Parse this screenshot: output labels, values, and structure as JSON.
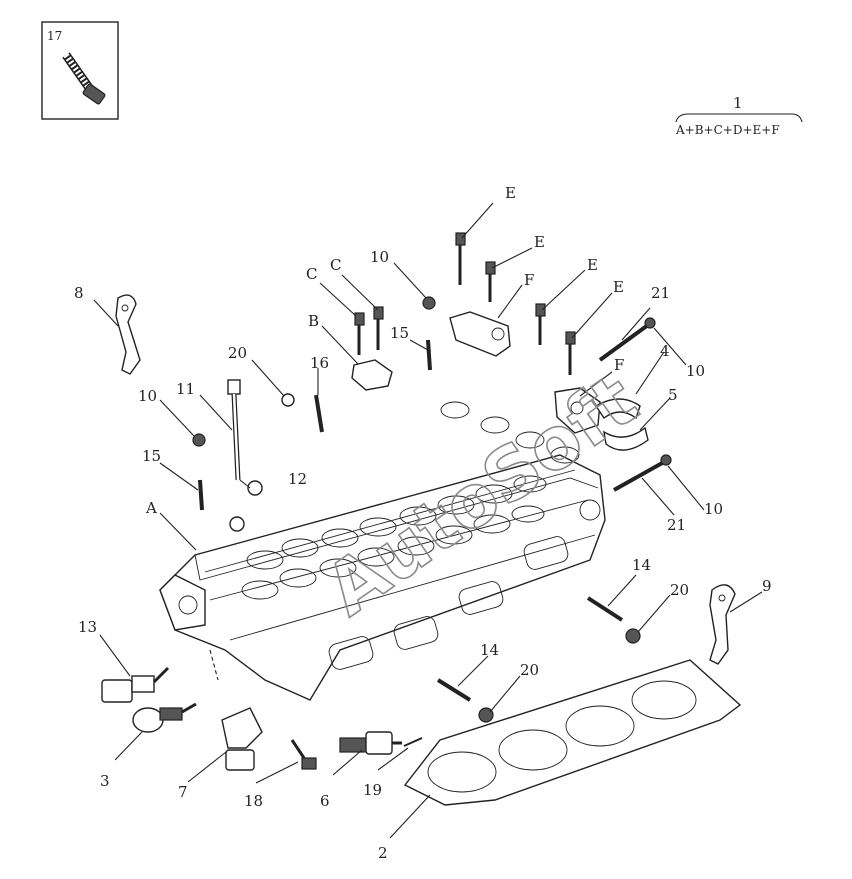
{
  "inset_label": "17",
  "kit": {
    "number": "1",
    "formula": "A+B+C+D+E+F"
  },
  "watermark": "AutoSoft",
  "callouts": {
    "c2": "2",
    "c3": "3",
    "c4": "4",
    "c5": "5",
    "c6": "6",
    "c7": "7",
    "c8": "8",
    "c9": "9",
    "c10a": "10",
    "c10b": "10",
    "c10c": "10",
    "c10d": "10",
    "c11": "11",
    "c12": "12",
    "c13": "13",
    "c14a": "14",
    "c14b": "14",
    "c15a": "15",
    "c15b": "15",
    "c16": "16",
    "c18": "18",
    "c19": "19",
    "c20a": "20",
    "c20b": "20",
    "c20c": "20",
    "c21a": "21",
    "c21b": "21",
    "cA": "A",
    "cB": "B",
    "cC1": "C",
    "cC2": "C",
    "cE1": "E",
    "cE2": "E",
    "cE3": "E",
    "cE4": "E",
    "cF1": "F",
    "cF2": "F"
  }
}
